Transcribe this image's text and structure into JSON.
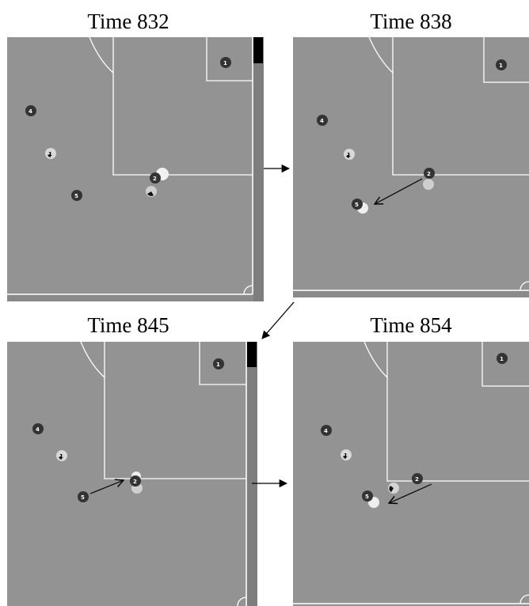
{
  "frames": [
    {
      "title": "Time 832",
      "players": [
        {
          "id": "1",
          "team": "dark"
        },
        {
          "id": "2",
          "team": "dark"
        },
        {
          "id": "4",
          "team": "dark"
        },
        {
          "id": "5",
          "team": "dark"
        },
        {
          "id": "1",
          "team": "light"
        }
      ]
    },
    {
      "title": "Time 838",
      "players": [
        {
          "id": "1",
          "team": "dark"
        },
        {
          "id": "2",
          "team": "dark"
        },
        {
          "id": "4",
          "team": "dark"
        },
        {
          "id": "5",
          "team": "dark"
        },
        {
          "id": "1",
          "team": "light"
        }
      ]
    },
    {
      "title": "Time 845",
      "players": [
        {
          "id": "1",
          "team": "dark"
        },
        {
          "id": "2",
          "team": "dark"
        },
        {
          "id": "4",
          "team": "dark"
        },
        {
          "id": "5",
          "team": "dark"
        },
        {
          "id": "1",
          "team": "light"
        }
      ]
    },
    {
      "title": "Time 854",
      "players": [
        {
          "id": "1",
          "team": "dark"
        },
        {
          "id": "2",
          "team": "dark"
        },
        {
          "id": "4",
          "team": "dark"
        },
        {
          "id": "5",
          "team": "dark"
        },
        {
          "id": "1",
          "team": "light"
        }
      ]
    }
  ],
  "colors": {
    "field": "#939393",
    "line": "#ffffff",
    "dark_player": "#333333",
    "light_player": "#d9d9d9",
    "arrow": "#000000"
  }
}
